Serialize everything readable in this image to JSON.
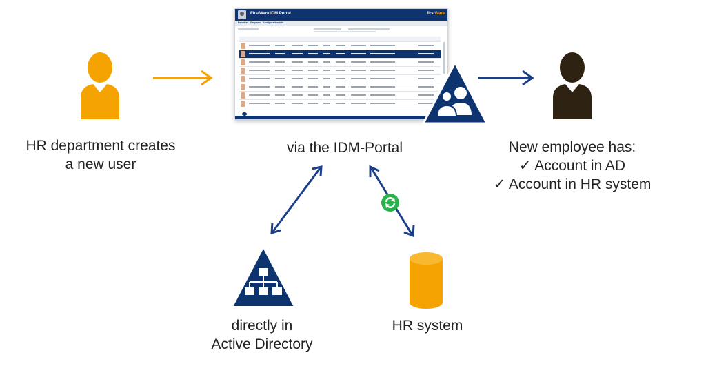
{
  "labels": {
    "hr_creates": [
      "HR department creates",
      "a new user"
    ],
    "via_portal": "via the IDM-Portal",
    "new_employee": "New employee has:",
    "checks": [
      "Account in AD",
      "Account in HR system"
    ],
    "active_directory": [
      "directly in",
      "Active Directory"
    ],
    "hr_system": "HR system"
  },
  "portal": {
    "title": "FirstWare IDM Portal",
    "logo_main": "first",
    "logo_accent": "Ware",
    "tabs": [
      "Benutzer",
      "Gruppen",
      "Konfiguration",
      "Info"
    ]
  },
  "icons": {
    "hr_user": "person-icon",
    "new_employee": "person-icon",
    "portal_users": "users-triangle-icon",
    "active_directory": "network-triangle-icon",
    "hr_database": "database-cylinder-icon",
    "sync": "sync-icon"
  },
  "colors": {
    "orange": "#f5a300",
    "navy": "#0e3470",
    "dark_person": "#2e2213",
    "sync_green": "#27b34a",
    "arrow_orange": "#f5a300",
    "arrow_navy": "#1b3f8b"
  }
}
